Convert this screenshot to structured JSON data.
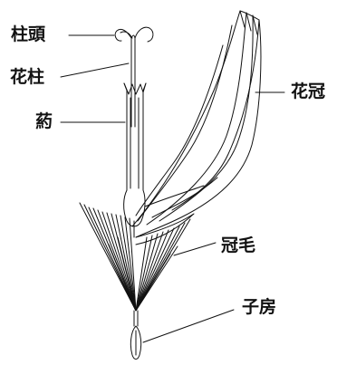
{
  "labels": {
    "stigma": "柱頭",
    "style": "花柱",
    "anther": "葯",
    "corolla": "花冠",
    "pappus": "冠毛",
    "ovary": "子房"
  },
  "colors": {
    "line": "#111111",
    "background": "#ffffff"
  }
}
